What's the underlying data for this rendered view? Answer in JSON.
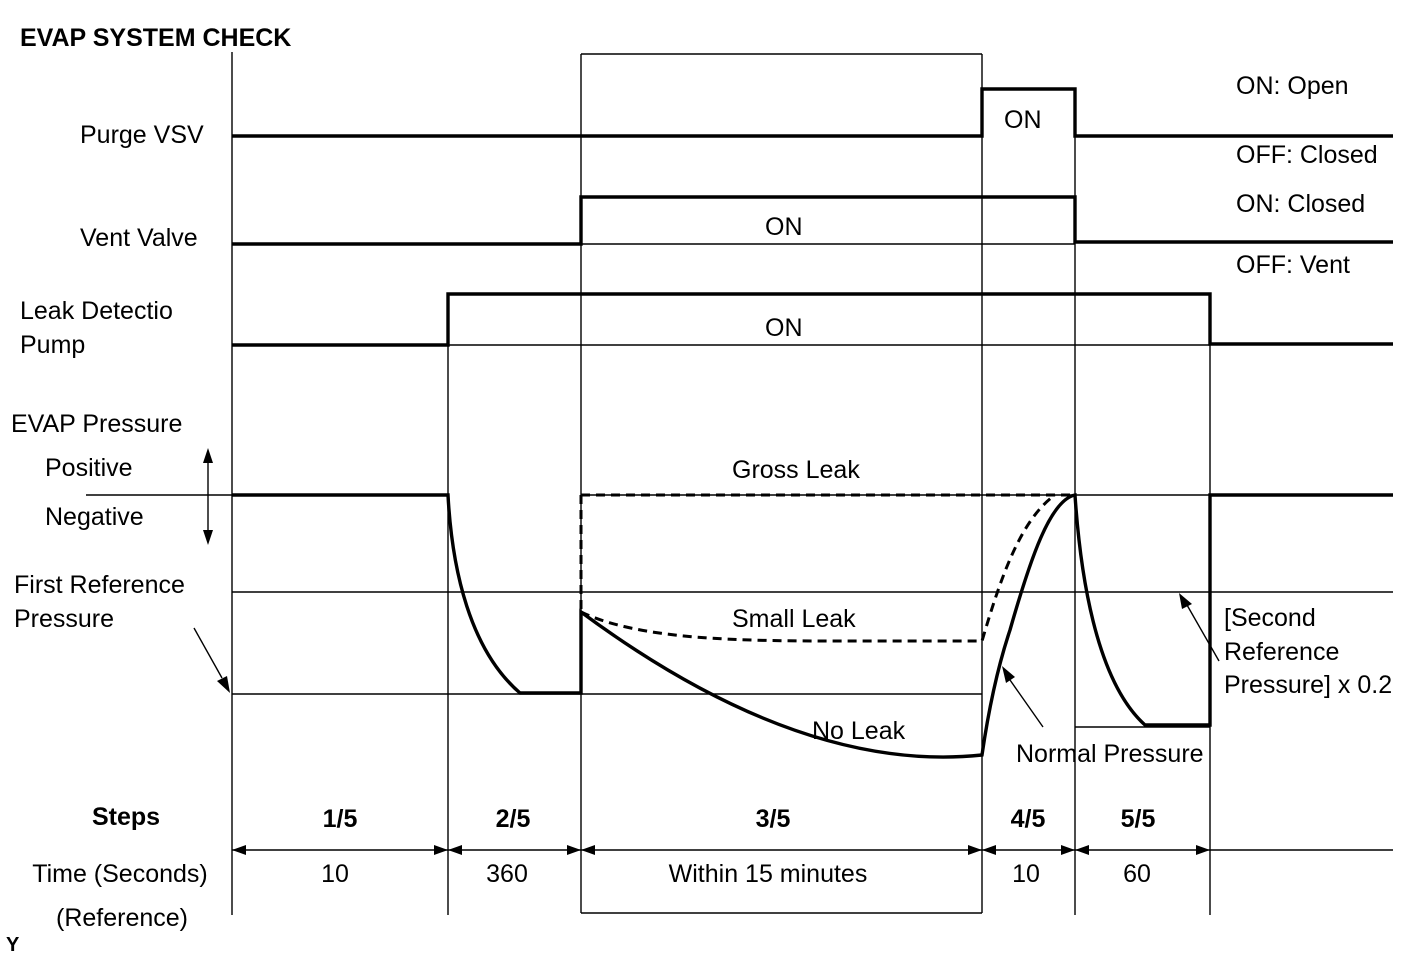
{
  "title": "EVAP SYSTEM CHECK",
  "corner_mark": "Y",
  "signals": {
    "purge_vsv": {
      "label": "Purge VSV",
      "on_text": "ON",
      "state_on": "ON: Open",
      "state_off": "OFF: Closed"
    },
    "vent_valve": {
      "label": "Vent Valve",
      "on_text": "ON",
      "state_on": "ON: Closed",
      "state_off": "OFF: Vent"
    },
    "leak_pump": {
      "label_line1": "Leak Detectio",
      "label_line2": "Pump",
      "on_text": "ON"
    }
  },
  "pressure": {
    "label": "EVAP Pressure",
    "positive": "Positive",
    "negative": "Negative",
    "first_ref_line1": "First Reference",
    "first_ref_line2": "Pressure",
    "gross_leak": "Gross Leak",
    "small_leak": "Small Leak",
    "no_leak": "No Leak",
    "normal_pressure": "Normal Pressure",
    "second_ref_line1": "[Second",
    "second_ref_line2": "Reference",
    "second_ref_line3": "Pressure] x 0.2"
  },
  "steps": {
    "header": "Steps",
    "time_header": "Time (Seconds)",
    "reference_note": "(Reference)",
    "items": [
      {
        "step": "1/5",
        "time": "10"
      },
      {
        "step": "2/5",
        "time": "360"
      },
      {
        "step": "3/5",
        "time": "Within 15 minutes"
      },
      {
        "step": "4/5",
        "time": "10"
      },
      {
        "step": "5/5",
        "time": "60"
      }
    ]
  }
}
